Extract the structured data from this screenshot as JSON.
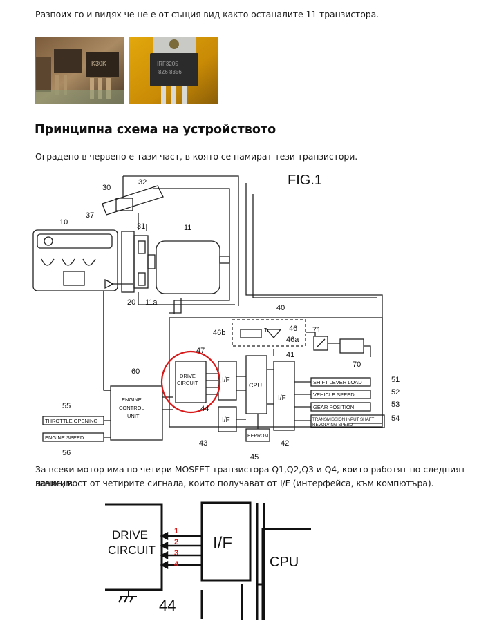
{
  "article": {
    "intro_text": "Разпоих го и видях че не е от същия вид както останалите 11 транзистора.",
    "section_heading": "Принципна схема на устройството",
    "caption_text": "Оградено в червено е тази част, в която се намират тези транзистори.",
    "body_text_line1": "За всеки мотор има по четири MOSFET транзистора Q1,Q2,Q3 и Q4, които работят по следният начин, в",
    "body_text_line2": "зависимост от четирите сигнала, които получават от I/F (интерфейса, към компютъра)."
  },
  "photos": {
    "left": {
      "marking": "K30K"
    },
    "right": {
      "marking_line1": "IRF3205",
      "marking_line2": "8Z6 8356"
    }
  },
  "schematic": {
    "fig_label": "FIG.1",
    "refs": {
      "r10": "10",
      "r11": "11",
      "r11a": "11a",
      "r20": "20",
      "r30": "30",
      "r31": "31",
      "r32": "32",
      "r37": "37",
      "r40": "40",
      "r41": "41",
      "r42": "42",
      "r43": "43",
      "r44": "44",
      "r45": "45",
      "r46": "46",
      "r46a": "46a",
      "r46b": "46b",
      "r47": "47",
      "r51": "51",
      "r52": "52",
      "r53": "53",
      "r54": "54",
      "r55": "55",
      "r56": "56",
      "r60": "60",
      "r70": "70",
      "r71": "71"
    },
    "drive_line1": "DRIVE",
    "drive_line2": "CIRCUIT",
    "if_label": "I/F",
    "cpu_label": "CPU",
    "eeprom_label": "EEPROM",
    "tr_label": "Tr",
    "ecu_line1": "ENGINE",
    "ecu_line2": "CONTROL",
    "ecu_line3": "UNIT",
    "throttle": "THROTTLE OPENING",
    "engine_speed": "ENGINE SPEED",
    "shift_lever": "SHIFT LEVER LOAD",
    "vehicle_speed": "VEHICLE SPEED",
    "gear_position": "GEAR POSITION",
    "trans_input_line1": "TRANSMISSION INPUT SHAFT",
    "trans_input_line2": "REVOLVING SPEED"
  },
  "detail": {
    "drive_line1": "DRIVE",
    "drive_line2": "CIRCUIT",
    "if_label": "I/F",
    "cpu_label": "CPU",
    "ref_44": "44",
    "signals": [
      "1",
      "2",
      "3",
      "4"
    ]
  },
  "colors": {
    "highlight_red": "#d81818",
    "text": "#1a1a1a"
  }
}
